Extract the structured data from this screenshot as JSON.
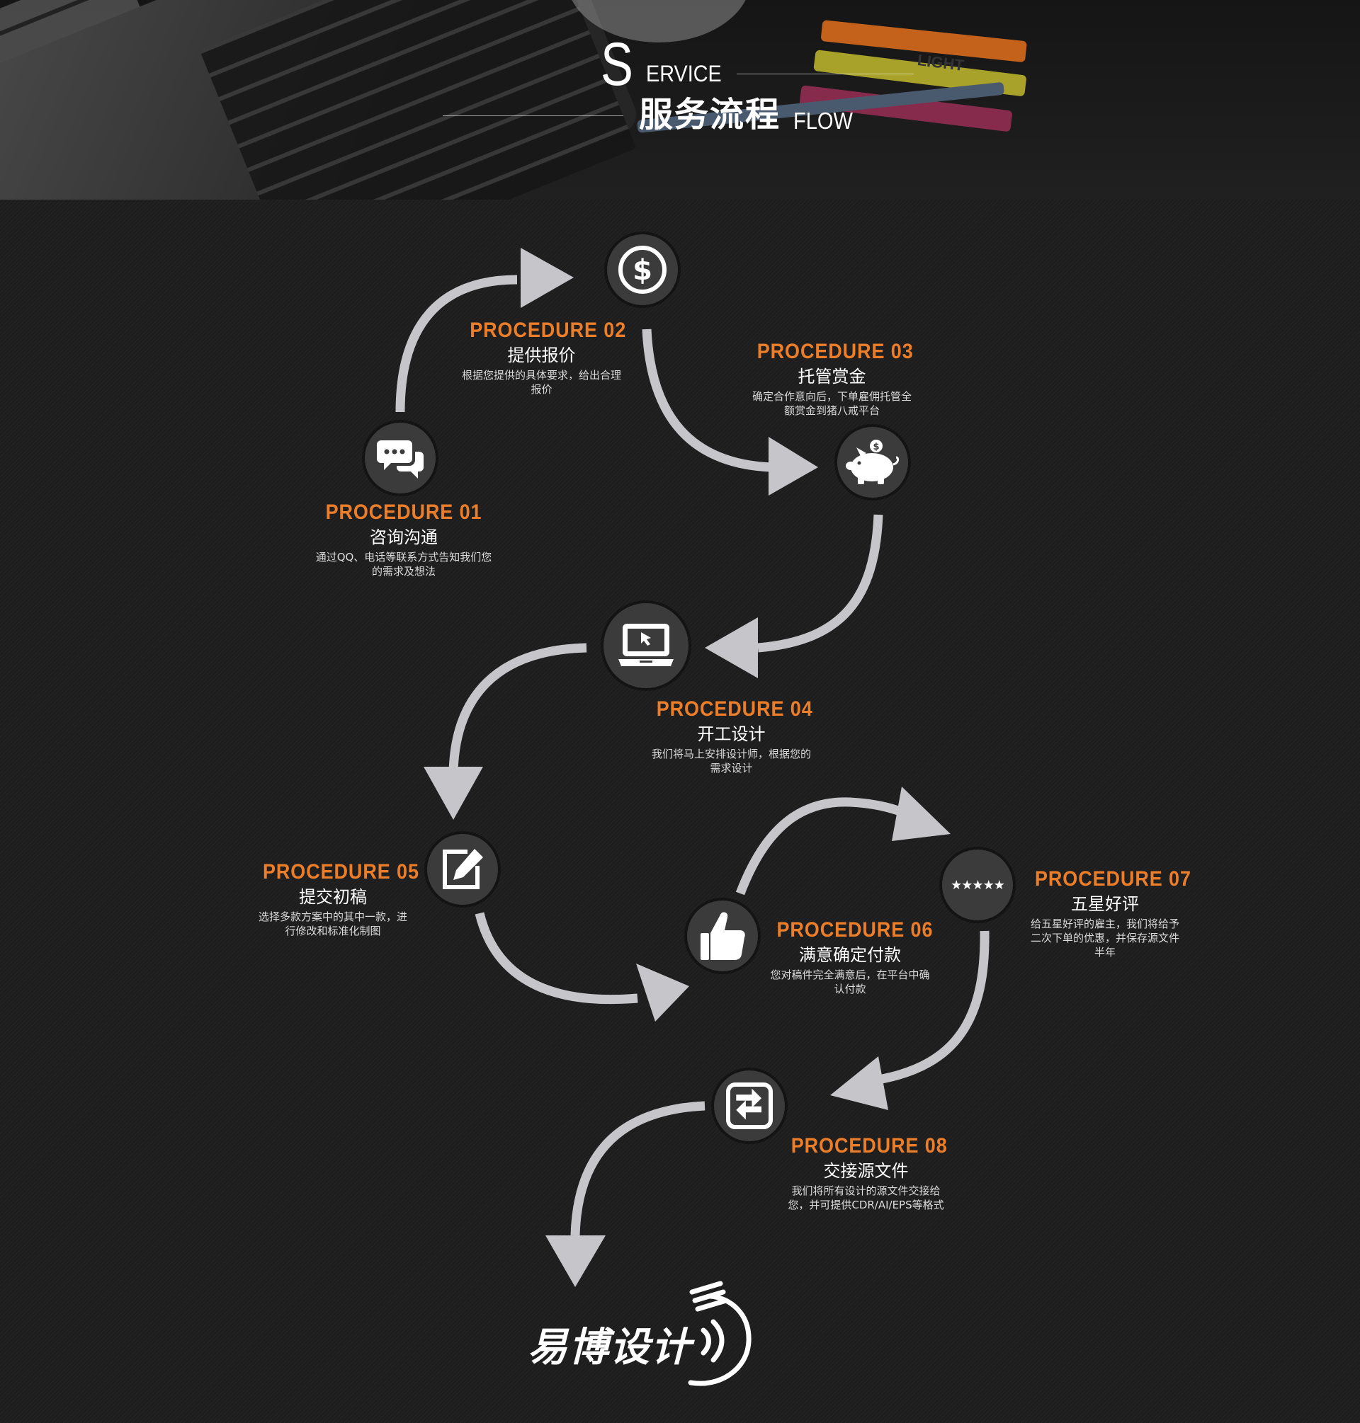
{
  "header": {
    "logo_s": "S",
    "logo_ervice": "ERVICE",
    "logo_cn": "服务流程",
    "logo_flow": "FLOW",
    "marker_label": "LIGHT"
  },
  "accent_color": "#ec7e2a",
  "arrow_color": "#c6c6ca",
  "steps": [
    {
      "procedure": "PROCEDURE 01",
      "name": "咨询沟通",
      "desc": "通过QQ、电话等联系方式告知我们您的需求及想法",
      "icon": "chat-bubbles-icon"
    },
    {
      "procedure": "PROCEDURE 02",
      "name": "提供报价",
      "desc": "根据您提供的具体要求，给出合理报价",
      "icon": "dollar-icon"
    },
    {
      "procedure": "PROCEDURE 03",
      "name": "托管赏金",
      "desc": "确定合作意向后，下单雇佣托管全额赏金到猪八戒平台",
      "icon": "piggy-bank-icon"
    },
    {
      "procedure": "PROCEDURE 04",
      "name": "开工设计",
      "desc": "我们将马上安排设计师，根据您的需求设计",
      "icon": "laptop-icon"
    },
    {
      "procedure": "PROCEDURE 05",
      "name": "提交初稿",
      "desc": "选择多款方案中的其中一款，进行修改和标准化制图",
      "icon": "edit-icon"
    },
    {
      "procedure": "PROCEDURE 06",
      "name": "满意确定付款",
      "desc": "您对稿件完全满意后，在平台中确认付款",
      "icon": "thumbs-up-icon"
    },
    {
      "procedure": "PROCEDURE 07",
      "name": "五星好评",
      "desc": "给五星好评的雇主，我们将给予二次下单的优惠，并保存源文件半年",
      "icon": "five-stars-icon",
      "icon_text": "★★★★★"
    },
    {
      "procedure": "PROCEDURE 08",
      "name": "交接源文件",
      "desc": "我们将所有设计的源文件交接给您，并可提供CDR/AI/EPS等格式",
      "icon": "exchange-icon"
    }
  ],
  "brand": {
    "name": "易博设计"
  }
}
